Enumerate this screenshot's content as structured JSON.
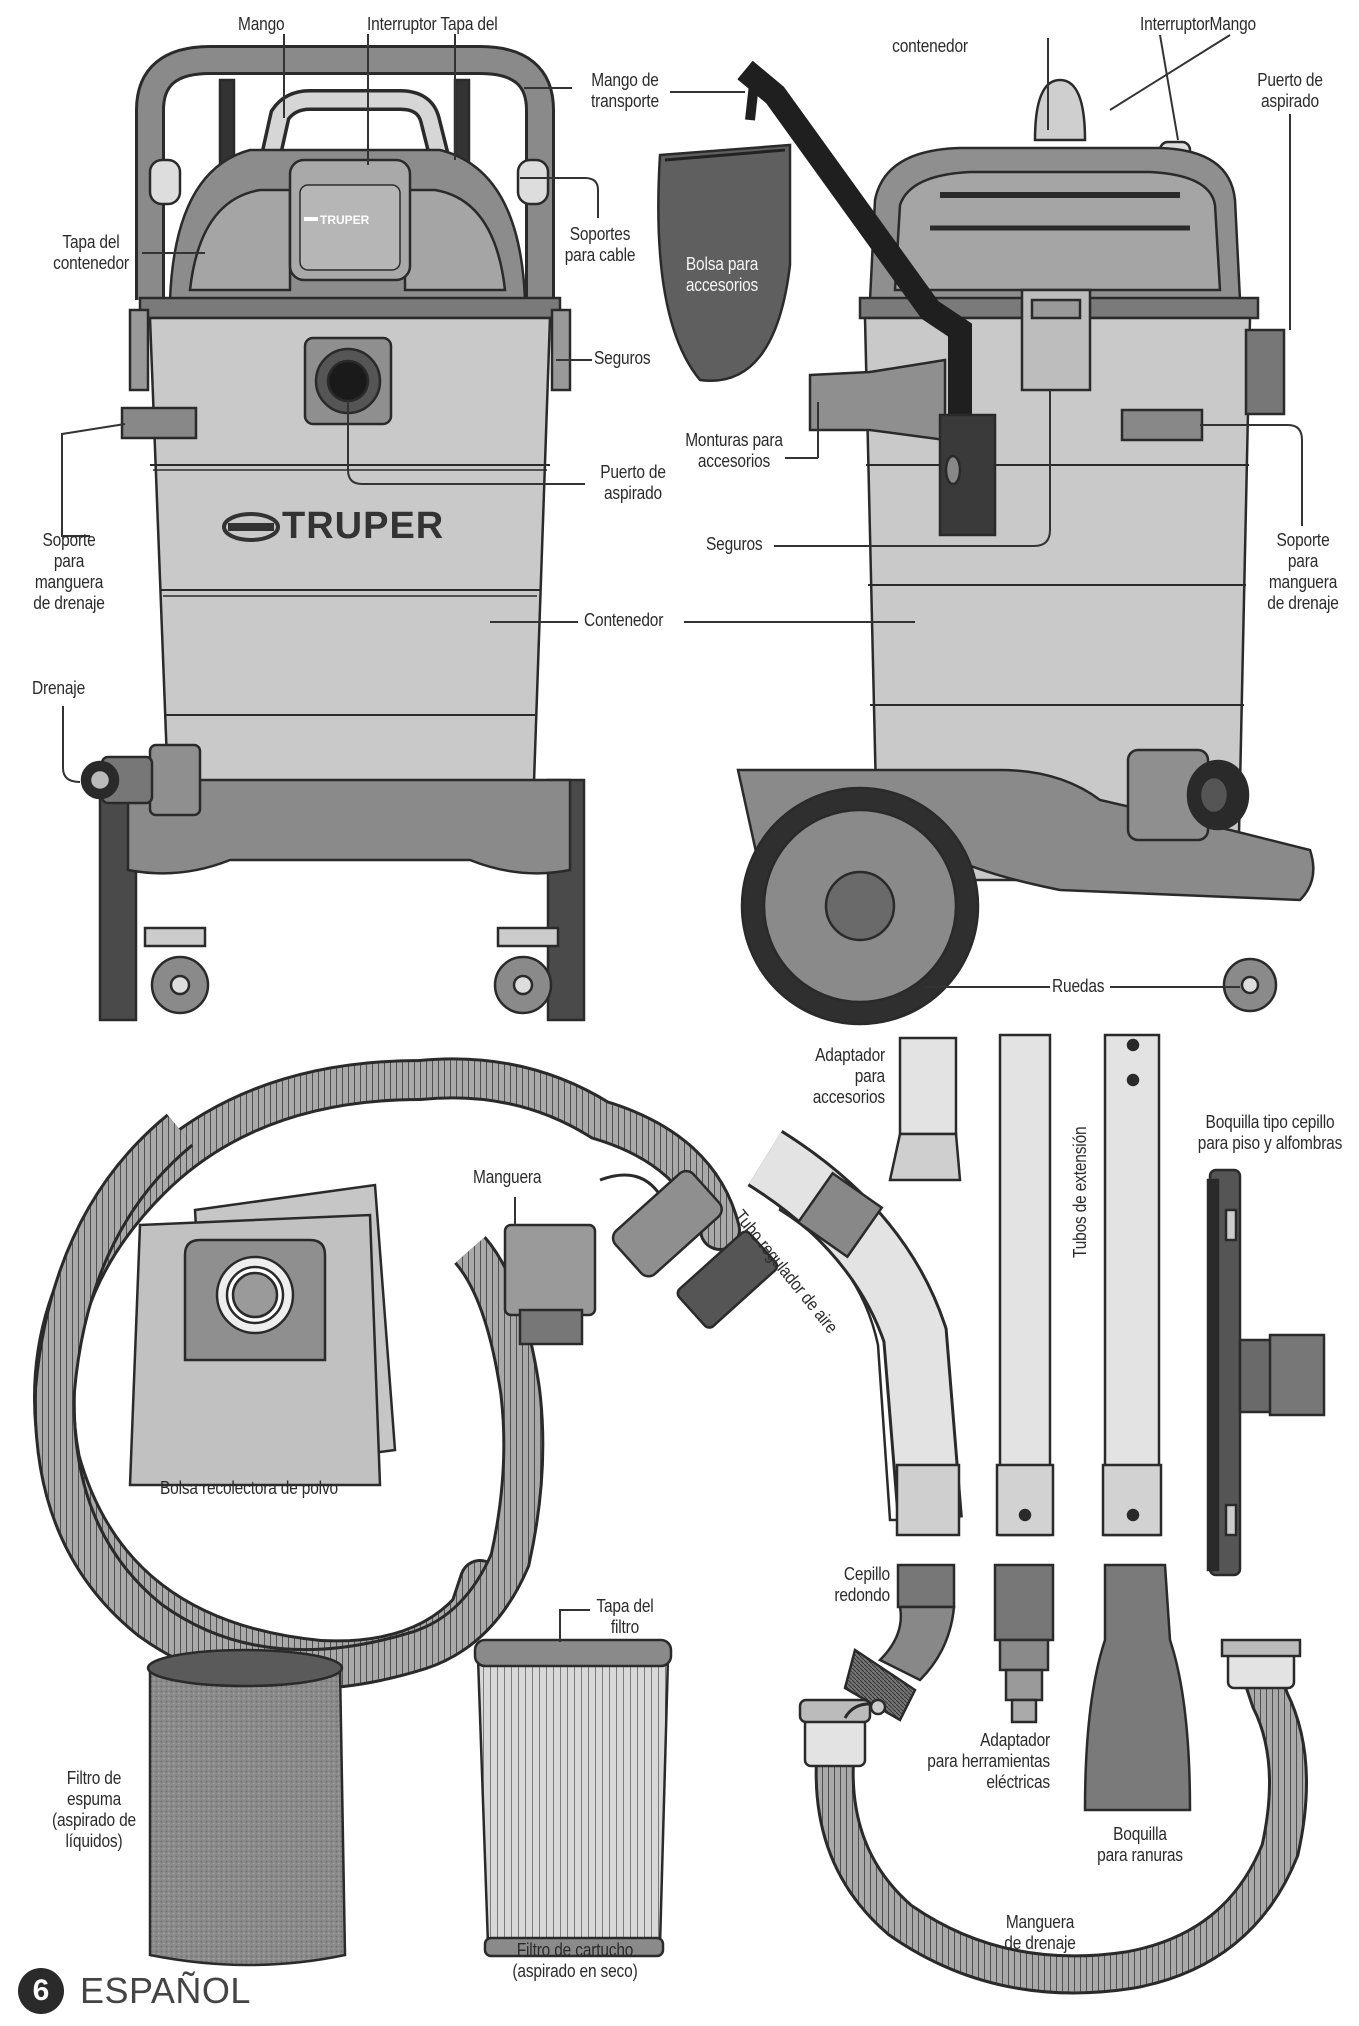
{
  "labels": {
    "mango_1": "Mango",
    "interruptor_tapa": "Interruptor Tapa del",
    "mango_transporte": "Mango de\ntransporte",
    "contenedor_top": "contenedor",
    "interruptor_mango": "InterruptorMango",
    "puerto_aspirado_right": "Puerto de\naspirado",
    "tapa_contenedor": "Tapa del\ncontenedor",
    "soportes_cable": "Soportes\npara cable",
    "bolsa_accesorios": "Bolsa para\naccesorios",
    "seguros_left": "Seguros",
    "monturas_accesorios": "Monturas para\naccesorios",
    "puerto_aspirado_center": "Puerto de\naspirado",
    "soporte_manguera_left": "Soporte\npara\nmanguera\nde drenaje",
    "seguros_center": "Seguros",
    "soporte_manguera_right": "Soporte\npara\nmanguera\nde drenaje",
    "contenedor": "Contenedor",
    "drenaje": "Drenaje",
    "ruedas": "Ruedas",
    "adaptador_accesorios": "Adaptador\npara\naccesorios",
    "tubos_extension": "Tubos de extensión",
    "boquilla_cepillo": "Boquilla tipo cepillo\npara piso y alfombras",
    "manguera": "Manguera",
    "tubo_regulador": "Tubo regulador de aire",
    "bolsa_recolectora": "Bolsa recolectora de polvo",
    "cepillo_redondo": "Cepillo\nredondo",
    "tapa_filtro": "Tapa del\nfiltro",
    "filtro_espuma": "Filtro de\nespuma\n(aspirado de\nlíquidos)",
    "adaptador_herramientas": "Adaptador\npara herramientas\neléctricas",
    "boquilla_ranuras": "Boquilla\npara ranuras",
    "filtro_cartucho": "Filtro de cartucho\n(aspirado en seco)",
    "manguera_drenaje": "Manguera\nde drenaje"
  },
  "brand": {
    "logo_large": "TRUPER",
    "logo_small": "TRUPER"
  },
  "footer": {
    "page_number": "6",
    "language": "ESPAÑOL"
  },
  "colors": {
    "body_gray": "#c9c9c9",
    "dark_gray": "#6b6b6b",
    "outline": "#2a2a2a",
    "mid_gray": "#9a9a9a"
  }
}
